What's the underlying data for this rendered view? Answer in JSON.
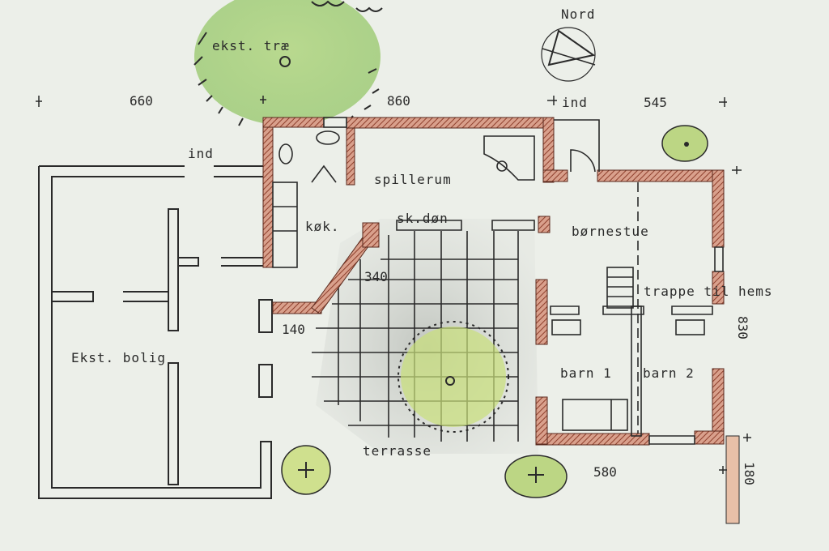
{
  "labels": {
    "north": "Nord",
    "existing_tree": "ekst. træ",
    "entrance_left": "ind",
    "entrance_right": "ind",
    "playroom": "spillerum",
    "kitchen": "køk.",
    "sliding_door": "sk.døn",
    "childrens_living": "børnestue",
    "stair": "trappe til hems",
    "child1": "barn 1",
    "child2": "barn 2",
    "existing_house": "Ekst. bolig",
    "terrace": "terrasse"
  },
  "dimensions": {
    "d660": "660",
    "d860": "860",
    "d545": "545",
    "d340": "340",
    "d140": "140",
    "d830": "830",
    "d580": "580",
    "d180": "180"
  },
  "colors": {
    "wall_hatch": "#b5604a",
    "tree_green": "#a6cf7c",
    "terrace_grey": "#c9ccc7",
    "ink": "#2a2a2a",
    "paper": "#ecefe9"
  }
}
